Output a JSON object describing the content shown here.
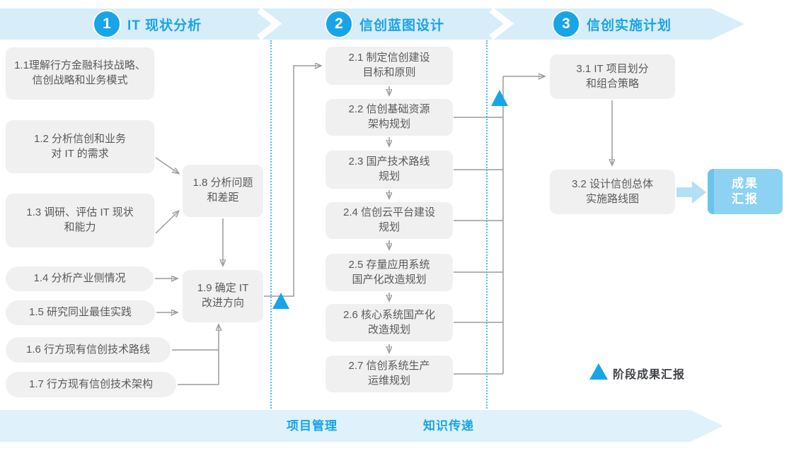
{
  "colors": {
    "accent": "#18A5E8",
    "ribbon_top": "#D7EDF9",
    "ribbon_bottom": "#DFF1FA",
    "box_bg": "#F0F0F0",
    "box_text": "#595A5C",
    "connector": "#9C9C9E",
    "dotted_line": "#4FBCEE",
    "deliverable_bg": "#8DD2F2",
    "deliverable_strip": "#6AC4EC",
    "thick_arrow": "#B2E0F7",
    "legend_text": "#404247",
    "banner_title": "#18A5E8"
  },
  "phases": [
    {
      "number": "1",
      "title": "IT 现状分析"
    },
    {
      "number": "2",
      "title": "信创蓝图设计"
    },
    {
      "number": "3",
      "title": "信创实施计划"
    }
  ],
  "phase1_boxes": [
    {
      "text": "1.1理解行方金融科技战略、\n信创战略和业务模式"
    },
    {
      "text": "1.2 分析信创和业务\n对 IT 的需求"
    },
    {
      "text": "1.3 调研、评估 IT 现状\n和能力"
    },
    {
      "text": "1.4 分析产业侧情况"
    },
    {
      "text": "1.5 研究同业最佳实践"
    },
    {
      "text": "1.6 行方现有信创技术路线"
    },
    {
      "text": "1.7 行方现有信创技术架构"
    },
    {
      "text": "1.8 分析问题\n和差距"
    },
    {
      "text": "1.9 确定 IT\n改进方向"
    }
  ],
  "phase2_boxes": [
    {
      "text": "2.1 制定信创建设\n目标和原则"
    },
    {
      "text": "2.2 信创基础资源\n架构规划"
    },
    {
      "text": "2.3 国产技术路线\n规划"
    },
    {
      "text": "2.4 信创云平台建设\n规划"
    },
    {
      "text": "2.5 存量应用系统\n国产化改造规划"
    },
    {
      "text": "2.6 核心系统国产化\n改造规划"
    },
    {
      "text": "2.7 信创系统生产\n运维规划"
    }
  ],
  "phase3_boxes": [
    {
      "text": "3.1 IT 项目划分\n和组合策略"
    },
    {
      "text": "3.2 设计信创总体\n实施路线图"
    }
  ],
  "deliverable": {
    "text": "成果\n汇报"
  },
  "bottom_banner": {
    "labels": [
      "项目管理",
      "知识传递"
    ]
  },
  "legend": {
    "label": "阶段成果汇报"
  }
}
